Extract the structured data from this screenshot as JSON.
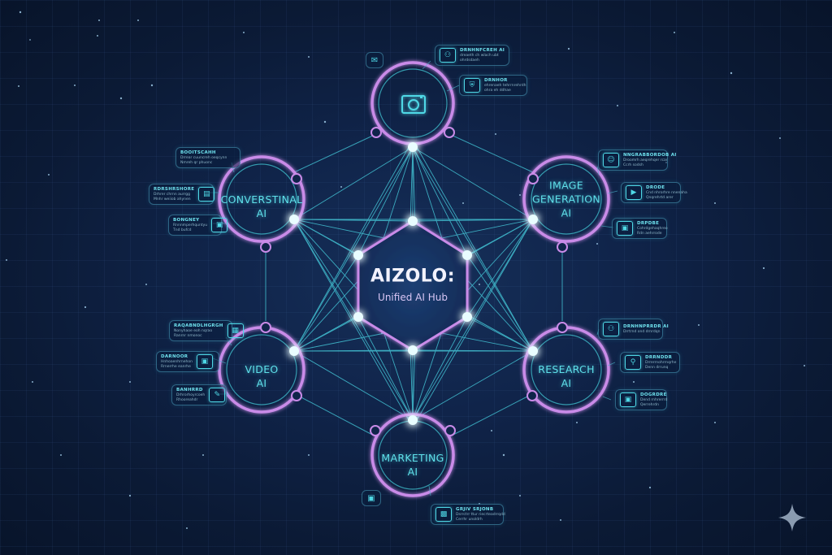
{
  "hub": {
    "title": "AIZOLO:",
    "subtitle": "Unified AI Hub"
  },
  "nodes": {
    "top": {
      "label": "",
      "icon": "camera-icon"
    },
    "conversational": {
      "label_line1": "CONVERSTINAL",
      "label_line2": "AI"
    },
    "image_generation": {
      "label_line1": "IMAGE",
      "label_line2": "GENERATION",
      "label_line3": "AI"
    },
    "video": {
      "label_line1": "VIDEO",
      "label_line2": "AI"
    },
    "research": {
      "label_line1": "RESEARCH",
      "label_line2": "AI"
    },
    "marketing": {
      "label_line1": "MARKETING",
      "label_line2": "AI"
    }
  },
  "callouts": {
    "top_1": {
      "title": "DRNHNFCREH AI",
      "desc1": "dreaeth ch wlach ubt",
      "desc2": "ohrdsdaeh"
    },
    "top_2": {
      "title": "DRNHOR",
      "desc1": "ehrenaeh tehrrnrehrdh",
      "desc2": "ohra eh ddhae"
    },
    "conv_1": {
      "title": "BOOITSCAHH",
      "desc1": "Drrear cuuncreh oeqcynn",
      "desc2": "Nmreh qr phuonc"
    },
    "conv_2": {
      "title": "RDRSHRSHORE",
      "desc1": "Drhrer chrnn aurrgg",
      "desc2": "Mnhr weiiob ahynen"
    },
    "conv_3": {
      "title": "BONGNEY",
      "desc1": "Rnnnmperhquntyu",
      "desc2": "Tnd bufcd"
    },
    "img_1": {
      "title": "NNGRABBORDOB AI",
      "desc1": "Droomrh aeqrehqer rcar",
      "desc2": "Ccrh sodsh"
    },
    "img_2": {
      "title": "DRODE",
      "desc1": "Cnd nhrorhre nnenaha",
      "desc2": "Qnqrehrtd arer"
    },
    "img_3": {
      "title": "DRPDBE",
      "desc1": "Cohrdgehaqhreo",
      "desc2": "Rdn aehrrode"
    },
    "video_1": {
      "title": "RAQABNDLHGRGH",
      "desc1": "Nonyhaoe eoh nqrao",
      "desc2": "Ranrnr nmonoc"
    },
    "video_2": {
      "title": "DARNOOR",
      "desc1": "Hnhoaenhrnehon",
      "desc2": "Rrnerrhe eanrhe"
    },
    "video_3": {
      "title": "BANHRRD",
      "desc1": "Drhrorhoyrcoeh",
      "desc2": "Rhooreahdr"
    },
    "research_1": {
      "title": "DRNHNPRRDR AI",
      "desc1": "Drrtrnd ond drnrdqn",
      "desc2": ""
    },
    "research_2": {
      "title": "DRRNDDR",
      "desc1": "Drrerrnohrrnqrhe",
      "desc2": "Denn drrunq"
    },
    "research_3": {
      "title": "DOGRDRE",
      "desc1": "Dend rnhrerrrd",
      "desc2": "Qerrehrdn"
    },
    "marketing_1": {
      "title": "GRJIV SRJONB",
      "desc1": "Dsrrctrr ttur riecrteadrrqdd",
      "desc2": "Cerrhr unoldrh"
    }
  },
  "icons": {
    "chat_bubble": "chat-icon",
    "marketing_badge": "briefcase-icon",
    "sparkle": "sparkle-icon"
  },
  "colors": {
    "background": "#0b1a33",
    "grid": "#1b3056",
    "ring_purple": "#c98be8",
    "line_cyan": "#49d6e4",
    "node_glow": "#dffbff",
    "label_cyan": "#5fe0ea",
    "hub_title": "#f2f2ff",
    "hub_subtitle": "#d8c6f5"
  }
}
